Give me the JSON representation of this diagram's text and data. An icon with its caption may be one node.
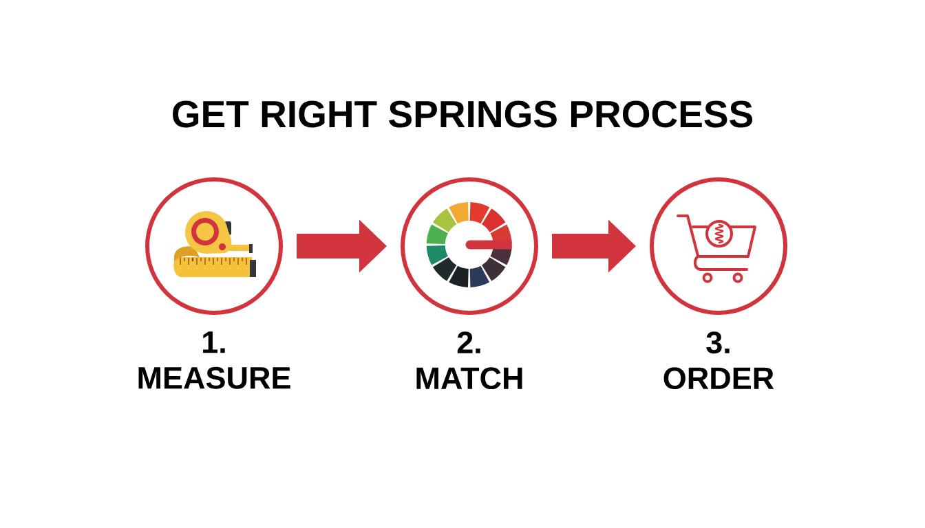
{
  "diagram": {
    "title": "GET RIGHT SPRINGS PROCESS",
    "nodes": [
      {
        "text": [],
        "shape": "circle",
        "beside": [
          "1. MEASURE"
        ]
      },
      {
        "text": [],
        "shape": "circle",
        "beside": [
          "2. MATCH"
        ]
      },
      {
        "text": [],
        "shape": "circle",
        "beside": [
          "3. ORDER"
        ]
      }
    ],
    "edges": [
      {
        "from": 0,
        "to": 1,
        "arrow": "to"
      },
      {
        "from": 1,
        "to": 2,
        "arrow": "to"
      }
    ]
  }
}
